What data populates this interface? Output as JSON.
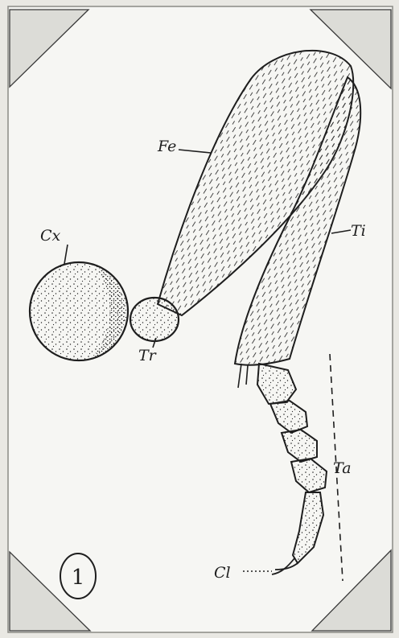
{
  "figure": {
    "plate_number": "1",
    "labels": {
      "coxa": "Cx",
      "trochanter": "Tr",
      "femur": "Fe",
      "tibia": "Ti",
      "tarsus": "Ta",
      "claw": "Cl"
    }
  },
  "colors": {
    "paper": "#e9e8e3",
    "card": "#f6f6f3",
    "ink": "#1e1e1e",
    "corner": "#dcdcd7"
  }
}
